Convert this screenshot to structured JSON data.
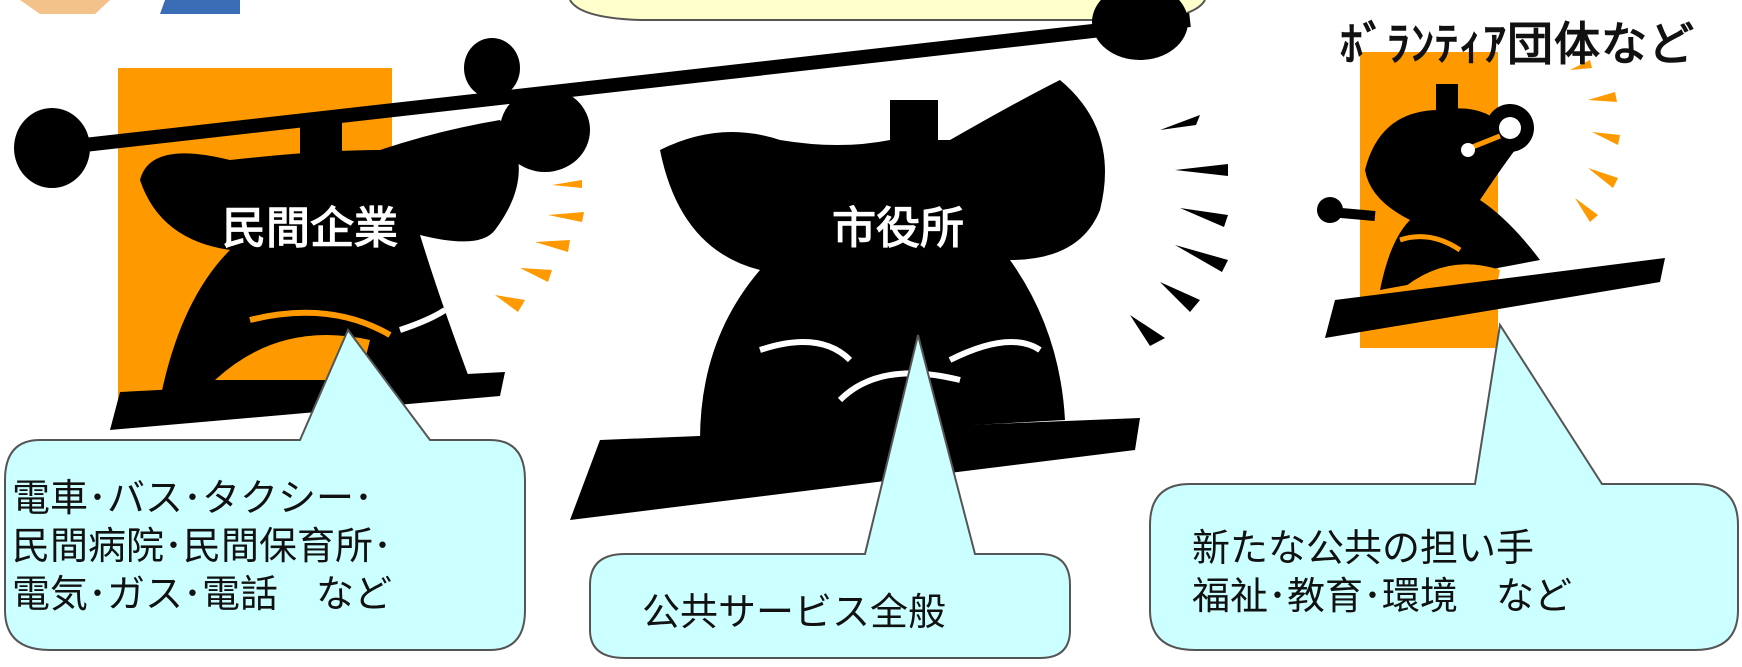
{
  "colors": {
    "accent_orange": "#ff9900",
    "bubble_fill": "#ccffff",
    "bubble_stroke": "#555555",
    "figure_black": "#000000",
    "top_banner_fill": "#ffffcc"
  },
  "group_heading": "ﾎﾞﾗﾝﾃｨｱ団体など",
  "figures": {
    "private": {
      "label": "民間企業"
    },
    "city_hall": {
      "label": "市役所"
    }
  },
  "bubbles": {
    "private": {
      "lines": [
        "電車･バス･タクシー･",
        "民間病院･民間保育所･",
        "電気･ガス･電話　など"
      ]
    },
    "city_hall": {
      "lines": [
        "公共サービス全般"
      ]
    },
    "volunteer": {
      "lines": [
        "新たな公共の担い手",
        "福祉･教育･環境　など"
      ]
    }
  },
  "icons": {
    "barbell": "barbell-icon",
    "strongman": "weightlifter-silhouette-icon",
    "small_figure": "small-weightlifter-icon",
    "effort_rays": "effort-ray-icon"
  }
}
